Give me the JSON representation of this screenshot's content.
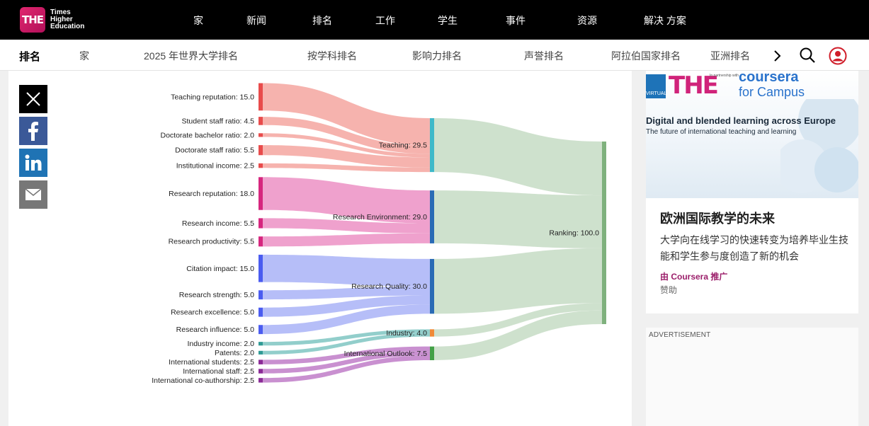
{
  "brand": {
    "logo_mark": "THE",
    "logo_lines": [
      "Times",
      "Higher",
      "Education"
    ]
  },
  "top_nav": [
    "家",
    "新闻",
    "排名",
    "工作",
    "学生",
    "事件",
    "资源",
    "解决 方案"
  ],
  "sub_nav": {
    "title": "排名",
    "items": [
      "家",
      "2025 年世界大学排名",
      "按学科排名",
      "影响力排名",
      "声誉排名",
      "阿拉伯国家排名",
      "亚洲排名"
    ]
  },
  "share_icons": [
    "x-icon",
    "facebook-icon",
    "linkedin-icon",
    "email-icon"
  ],
  "chart_data": {
    "type": "sankey",
    "sources": [
      {
        "label": "Teaching reputation: 15.0",
        "value": 15.0,
        "target": "Teaching: 29.5"
      },
      {
        "label": "Student staff ratio: 4.5",
        "value": 4.5,
        "target": "Teaching: 29.5"
      },
      {
        "label": "Doctorate bachelor ratio: 2.0",
        "value": 2.0,
        "target": "Teaching: 29.5"
      },
      {
        "label": "Doctorate staff ratio: 5.5",
        "value": 5.5,
        "target": "Teaching: 29.5"
      },
      {
        "label": "Institutional income: 2.5",
        "value": 2.5,
        "target": "Teaching: 29.5"
      },
      {
        "label": "Research reputation: 18.0",
        "value": 18.0,
        "target": "Research Environment: 29.0"
      },
      {
        "label": "Research income: 5.5",
        "value": 5.5,
        "target": "Research Environment: 29.0"
      },
      {
        "label": "Research productivity: 5.5",
        "value": 5.5,
        "target": "Research Environment: 29.0"
      },
      {
        "label": "Citation impact: 15.0",
        "value": 15.0,
        "target": "Research Quality: 30.0"
      },
      {
        "label": "Research strength: 5.0",
        "value": 5.0,
        "target": "Research Quality: 30.0"
      },
      {
        "label": "Research excellence: 5.0",
        "value": 5.0,
        "target": "Research Quality: 30.0"
      },
      {
        "label": "Research influence: 5.0",
        "value": 5.0,
        "target": "Research Quality: 30.0"
      },
      {
        "label": "Industry income: 2.0",
        "value": 2.0,
        "target": "Industry: 4.0"
      },
      {
        "label": "Patents: 2.0",
        "value": 2.0,
        "target": "Industry: 4.0"
      },
      {
        "label": "International students: 2.5",
        "value": 2.5,
        "target": "International Outlook: 7.5"
      },
      {
        "label": "International staff: 2.5",
        "value": 2.5,
        "target": "International Outlook: 7.5"
      },
      {
        "label": "International co-authorship: 2.5",
        "value": 2.5,
        "target": "International Outlook: 7.5"
      }
    ],
    "pillars": [
      {
        "label": "Teaching: 29.5",
        "value": 29.5,
        "color": "#f4a6a0",
        "bar": "#3fb9c9"
      },
      {
        "label": "Research Environment: 29.0",
        "value": 29.0,
        "color": "#ec90c4",
        "bar": "#2a6bb5"
      },
      {
        "label": "Research Quality: 30.0",
        "value": 30.0,
        "color": "#a9b3f7",
        "bar": "#2a6bb5"
      },
      {
        "label": "Industry: 4.0",
        "value": 4.0,
        "color": "#7fc6c2",
        "bar": "#f08a37"
      },
      {
        "label": "International Outlook: 7.5",
        "value": 7.5,
        "color": "#c07cc8",
        "bar": "#43a047"
      }
    ],
    "total": {
      "label": "Ranking: 100.0",
      "value": 100.0,
      "color": "#c6dcc4",
      "bar": "#7fb17d"
    }
  },
  "ad": {
    "banner_badge": "VIRTUAL",
    "banner_brand": "THE",
    "banner_partner": "In partnership with",
    "banner_coursera": "coursera",
    "banner_campus": "for Campus",
    "banner_heading": "Digital and blended learning across Europe",
    "banner_sub": "The future of international teaching and learning",
    "title": "欧洲国际教学的未来",
    "description": "大学向在线学习的快速转变为培养毕业生技能和学生参与度创造了新的机会",
    "sponsor_by": "由 Coursera 推广",
    "sponsored": "赞助"
  },
  "advertisement_label": "ADVERTISEMENT"
}
